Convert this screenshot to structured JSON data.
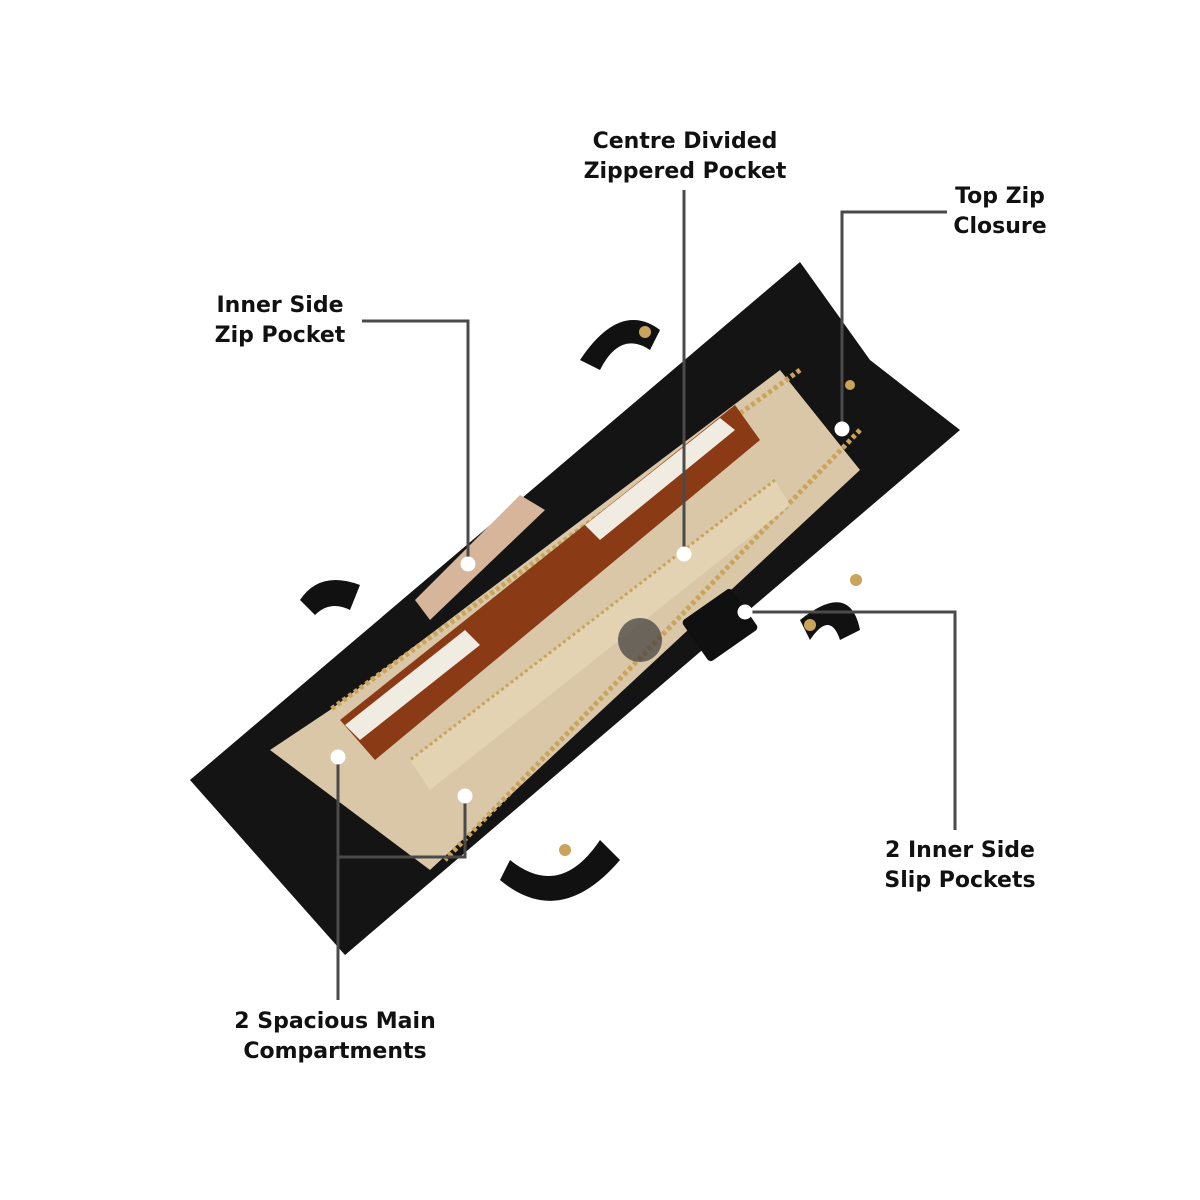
{
  "colors": {
    "background": "#ffffff",
    "bag_leather": "#111111",
    "lining": "#d9c7a8",
    "callout_line": "#4a4a4a",
    "callout_dot": "#ffffff",
    "label_text": "#111111",
    "zipper": "#c9a45a",
    "notebook": "#8a3a14"
  },
  "callouts": [
    {
      "id": "centre-divided-zippered-pocket",
      "lines": [
        "Centre Divided",
        "Zippered Pocket"
      ]
    },
    {
      "id": "top-zip-closure",
      "lines": [
        "Top Zip",
        "Closure"
      ]
    },
    {
      "id": "inner-side-zip-pocket",
      "lines": [
        "Inner Side",
        "Zip Pocket"
      ]
    },
    {
      "id": "inner-side-slip-pockets",
      "lines": [
        "2 Inner Side",
        "Slip Pockets"
      ]
    },
    {
      "id": "spacious-main-compartments",
      "lines": [
        "2 Spacious Main",
        "Compartments"
      ]
    }
  ]
}
